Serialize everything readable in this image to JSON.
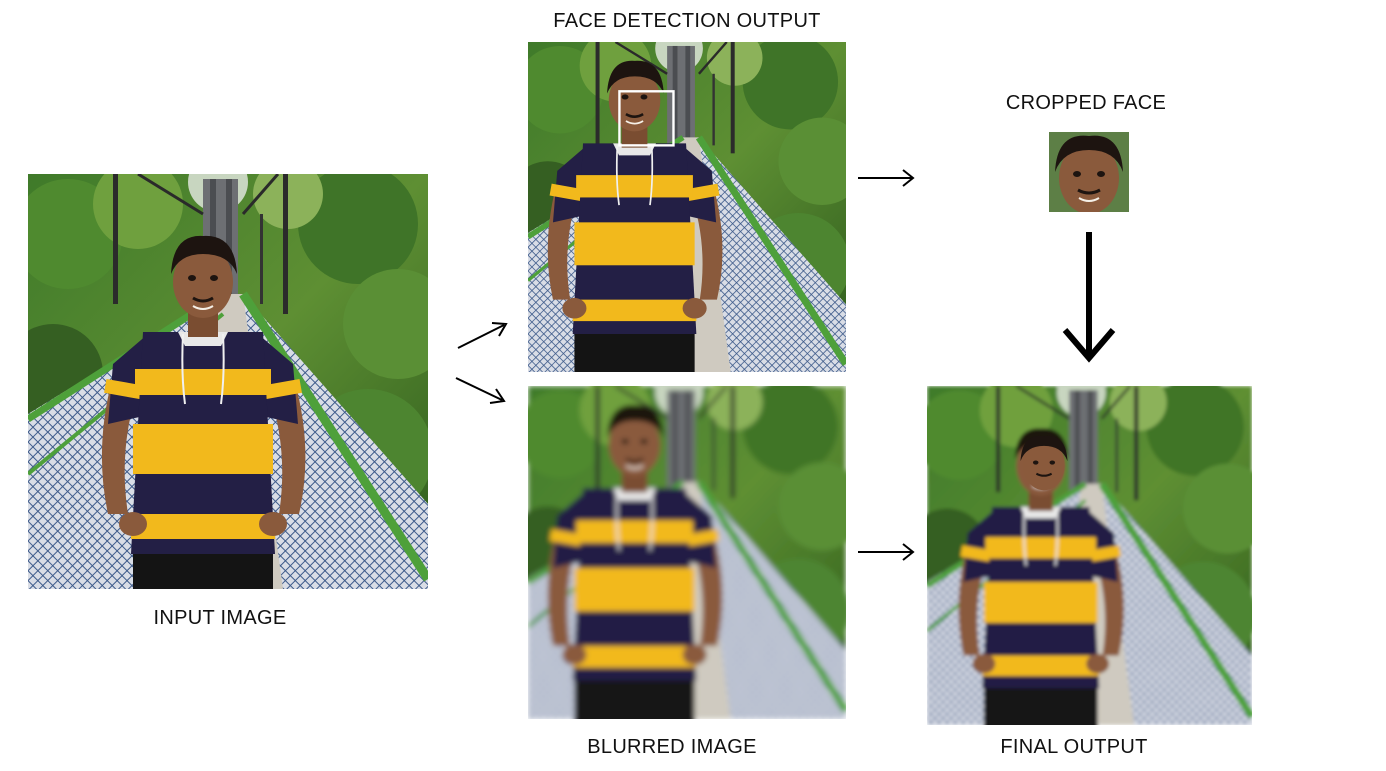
{
  "labels": {
    "input_image": "INPUT IMAGE",
    "face_detection_output": "FACE DETECTION OUTPUT",
    "cropped_face": "CROPPED FACE",
    "blurred_image": "BLURRED IMAGE",
    "final_output": "FINAL OUTPUT"
  },
  "colors": {
    "foliage_dark": "#2f5a1e",
    "foliage_light": "#6b9a3a",
    "shirt_navy": "#231f45",
    "shirt_yellow": "#f2b91c",
    "skin": "#8a5a3c",
    "hair": "#1d1410",
    "bridge_green": "#4ea03a",
    "mesh_blue": "#3d5a8a",
    "face_box": "#ffffff"
  }
}
